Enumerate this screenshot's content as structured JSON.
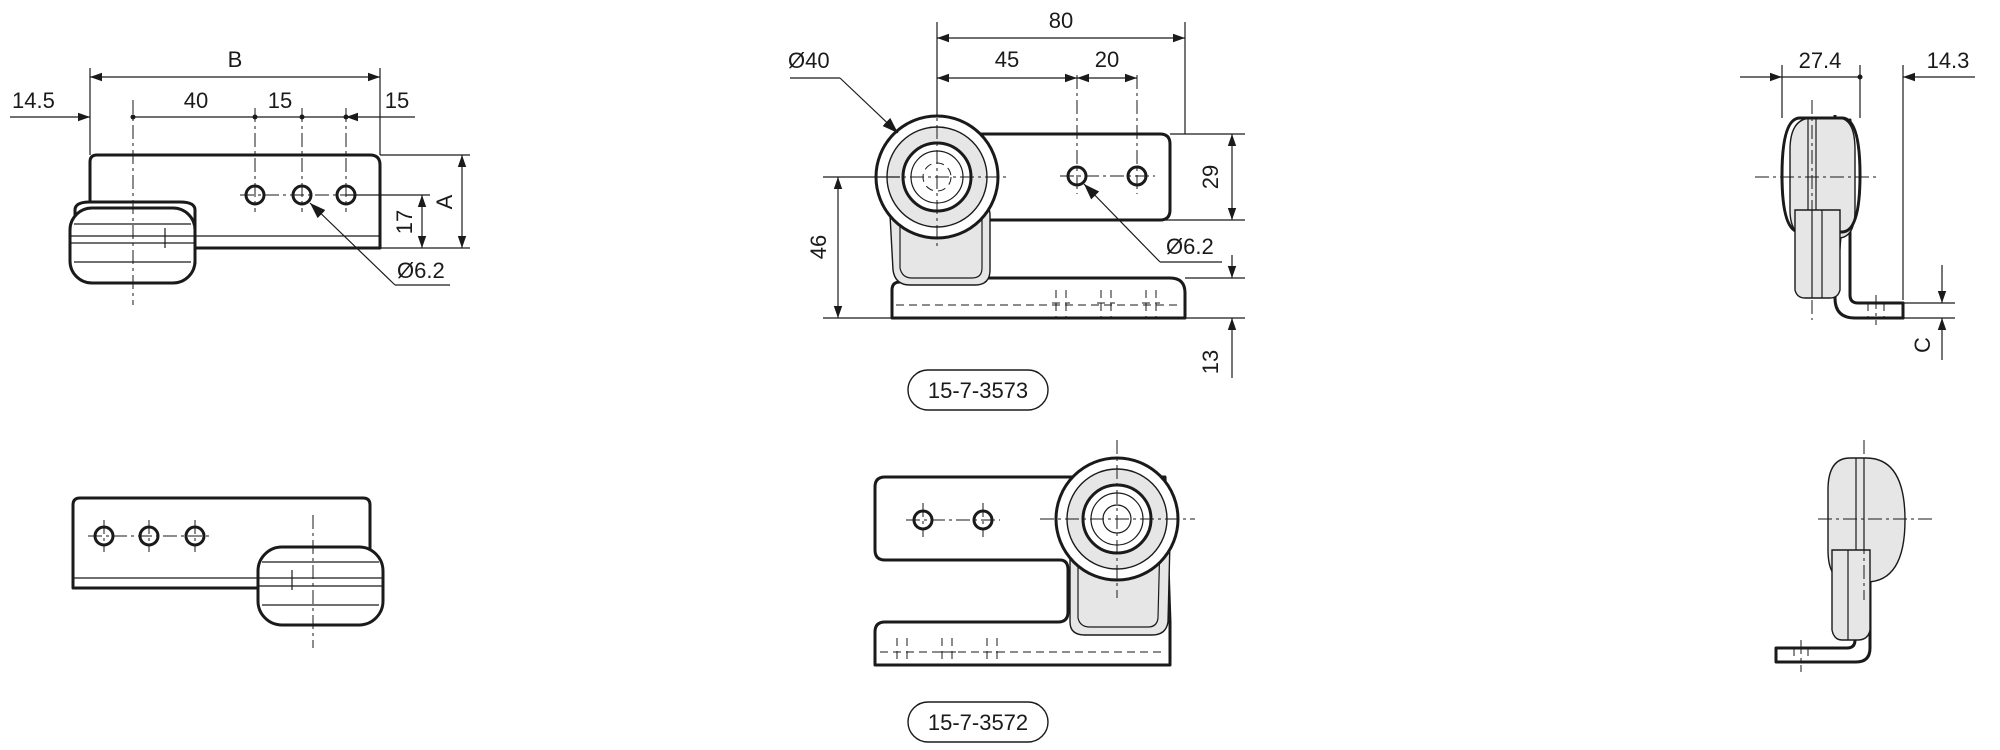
{
  "dims_left": {
    "b": "B",
    "offset_left": "14.5",
    "pitch_40": "40",
    "pitch_15": "15",
    "offset_right": "15",
    "height_17": "17",
    "height_a": "A",
    "hole_dia": "Ø6.2"
  },
  "dims_center": {
    "total_80": "80",
    "spacing_45": "45",
    "spacing_20": "20",
    "roller_dia": "Ø40",
    "height_29": "29",
    "height_46": "46",
    "hole_dia": "Ø6.2",
    "height_13": "13"
  },
  "dims_right": {
    "width_27_4": "27.4",
    "width_14_3": "14.3",
    "thickness_c": "C"
  },
  "part_numbers": {
    "top": "15-7-3573",
    "bottom": "15-7-3572"
  }
}
